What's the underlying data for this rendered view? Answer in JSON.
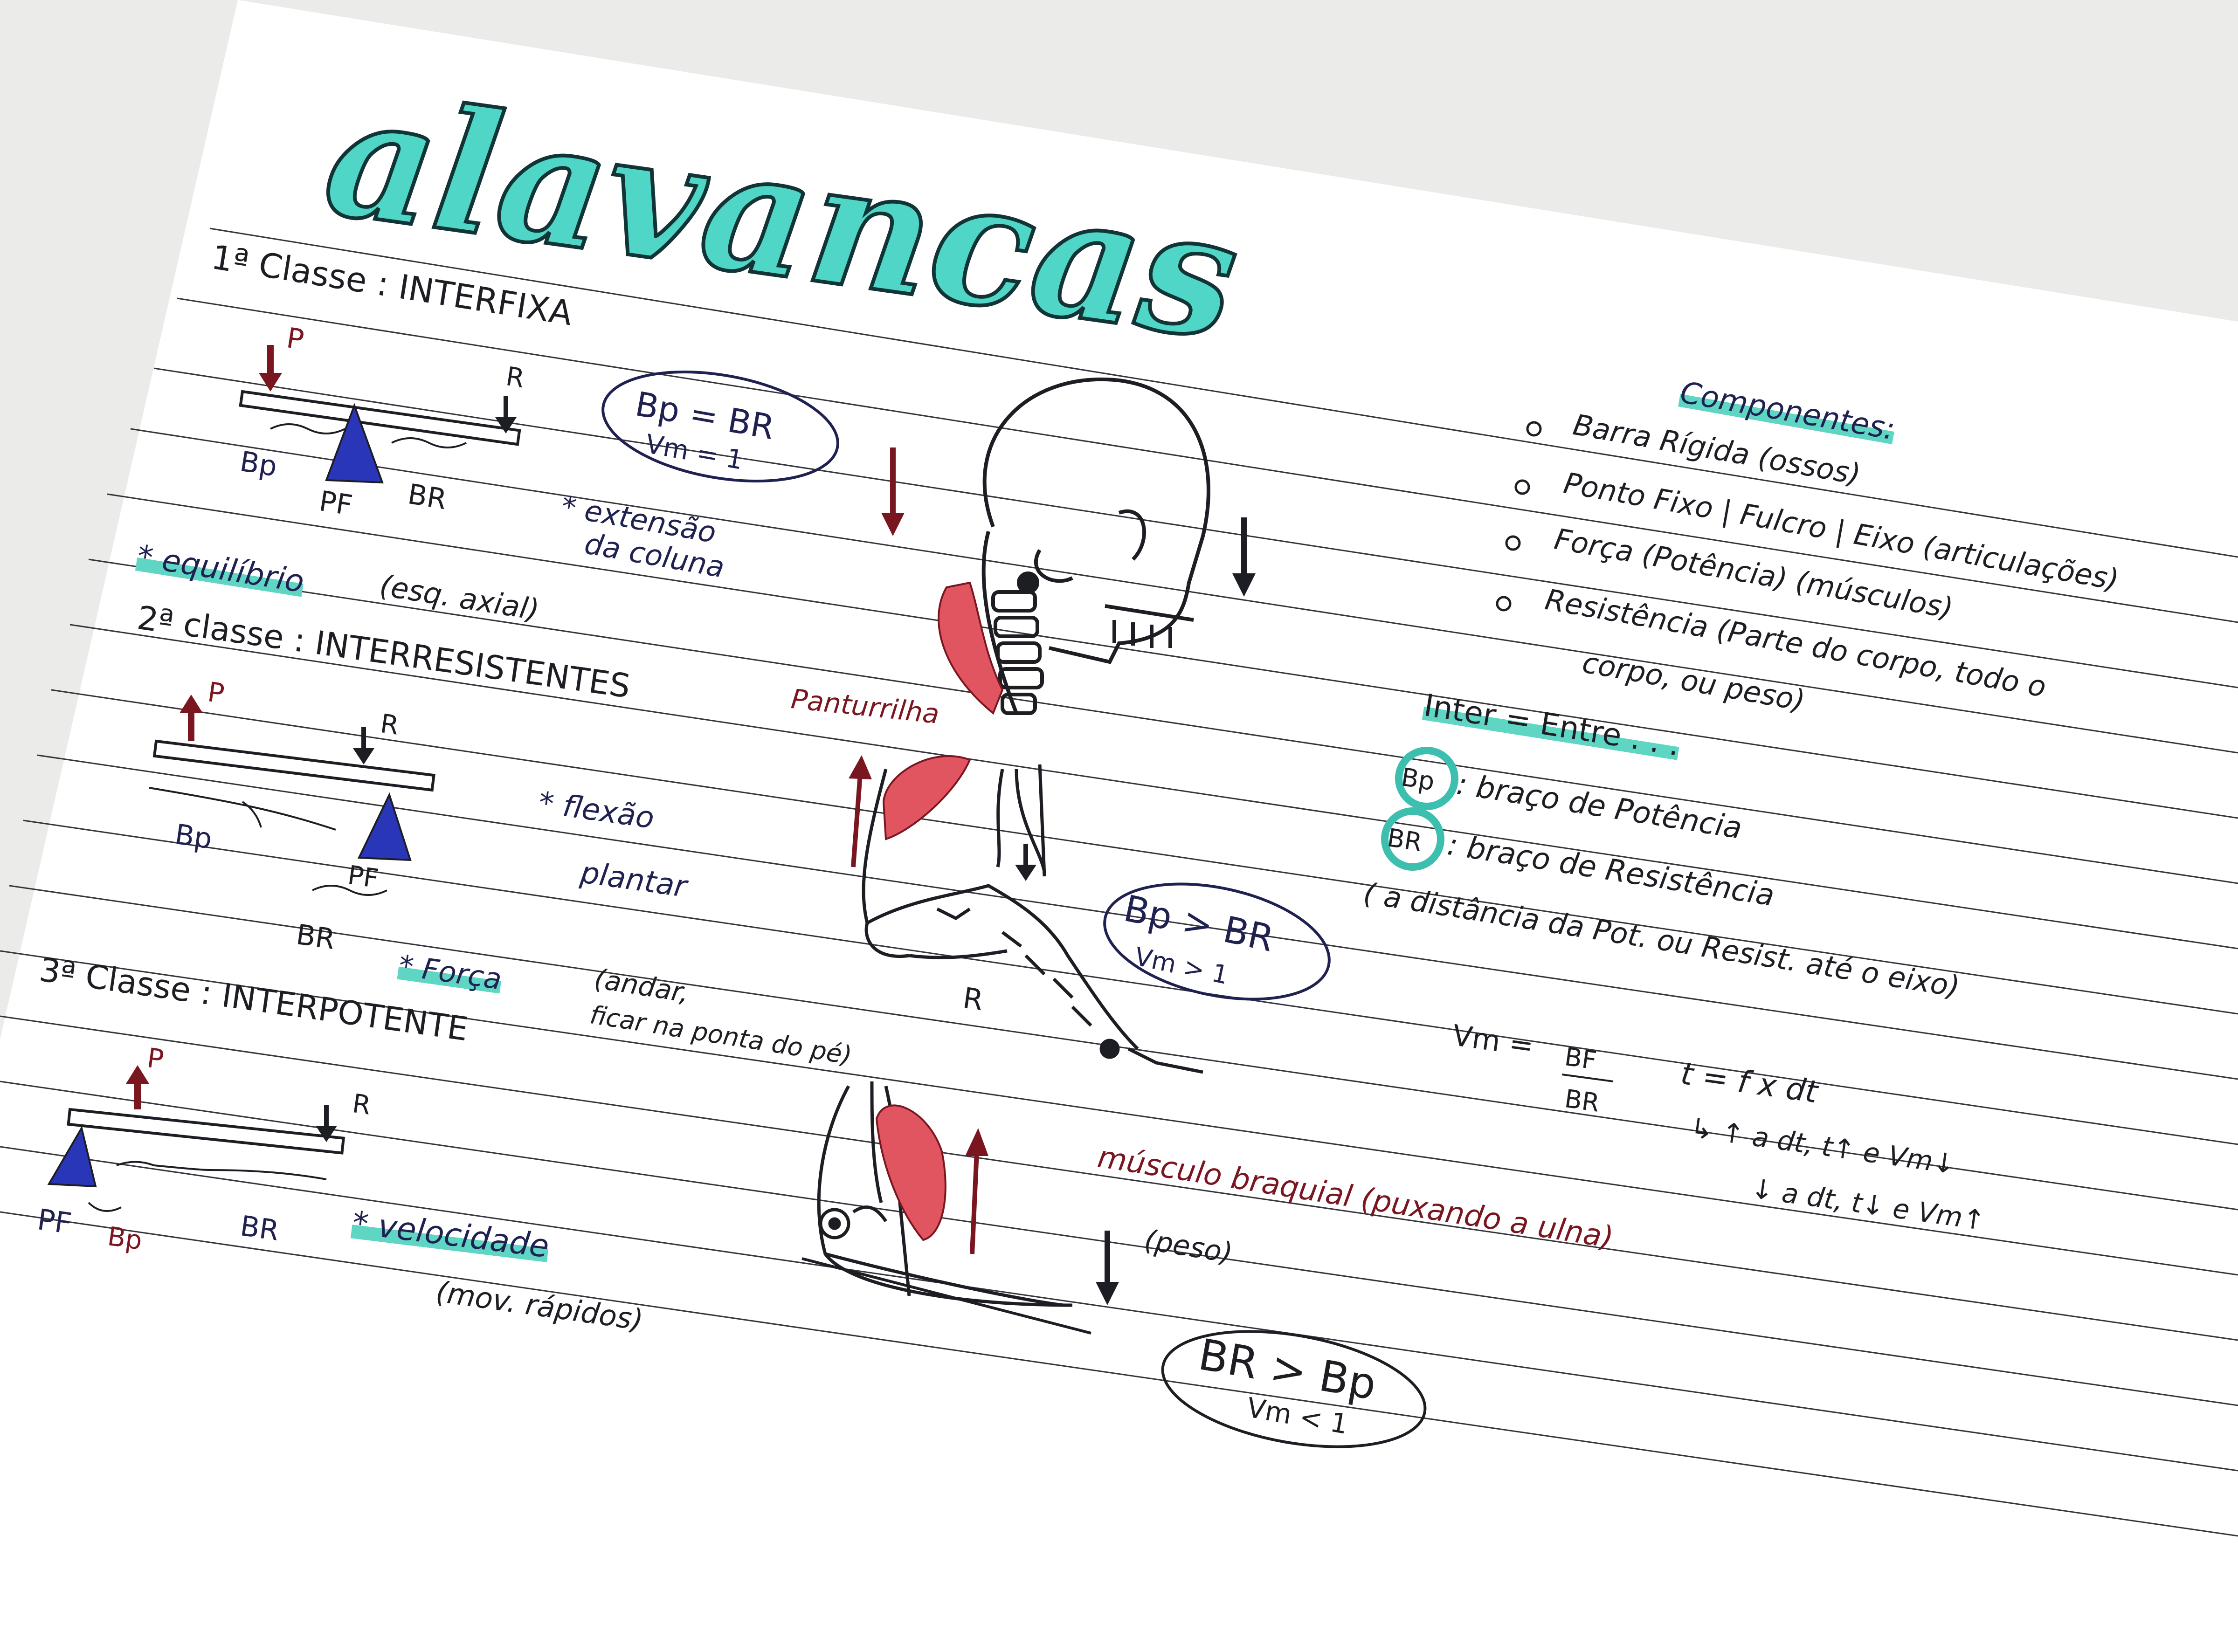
{
  "title": "alavancas",
  "classes": {
    "first": {
      "heading": "1ª Classe : INTERFIXA",
      "label_p": "P",
      "label_r": "R",
      "label_bp": "Bp",
      "label_pf": "PF",
      "label_br": "BR",
      "formula": "Bp = BR",
      "vm": "Vm = 1",
      "note": "* extensão da coluna",
      "note_l1": "* extensão",
      "note_l2": "da coluna",
      "equilibrio": "* equilíbrio",
      "equilibrio_detail": "(esq. axial)"
    },
    "second": {
      "heading": "2ª classe : INTERRESISTENTES",
      "label_p": "P",
      "label_r": "R",
      "label_bp": "Bp",
      "label_pf": "PF",
      "label_br": "BR",
      "note_l1": "* flexão",
      "note_l2": "plantar",
      "muscle": "Panturrilha",
      "label_r_foot": "R",
      "formula": "Bp > BR",
      "vm": "Vm > 1"
    },
    "third": {
      "heading": "3ª Classe : INTERPOTENTE",
      "label_p": "P",
      "label_r": "R",
      "label_pf": "PF",
      "label_bp": "Bp",
      "label_br": "BR",
      "forca": "* Força",
      "forca_l1": "(andar,",
      "forca_l2": "ficar na ponta do pé)",
      "velocidade": "* velocidade",
      "velocidade_detail": "(mov. rápidos)",
      "muscle": "músculo braquial (puxando a ulna)",
      "peso": "(peso)",
      "formula": "BR > Bp",
      "vm": "Vm < 1"
    }
  },
  "componentes": {
    "heading": "Componentes:",
    "items": [
      "Barra Rígida   (ossos)",
      "Ponto Fixo | Fulcro | Eixo (articulações)",
      "Força  (Potência)  (músculos)",
      "Resistência (Parte do corpo, todo o"
    ],
    "continuation": "corpo, ou peso)"
  },
  "definitions": {
    "inter": "Inter = Entre . . .",
    "bp_badge": "Bp",
    "bp_text": ": braço de Potência",
    "br_badge": "BR",
    "br_text": ": braço de Resistência",
    "note": "( a distância da Pot. ou Resist. até o eixo)"
  },
  "formulas": {
    "vm_lhs": "Vm =",
    "vm_num": "BF",
    "vm_den": "BR",
    "t": "t = f x dt",
    "line1": "↳ ↑ a dt,  t↑ e Vm↓",
    "line2": "↓ a dt,  t↓ e Vm↑"
  },
  "colors": {
    "accent": "#5fd6c4",
    "ink_blue": "#1f2150",
    "ink_red": "#7a1620",
    "muscle": "#e05560",
    "fulcrum": "#2a36b8"
  }
}
